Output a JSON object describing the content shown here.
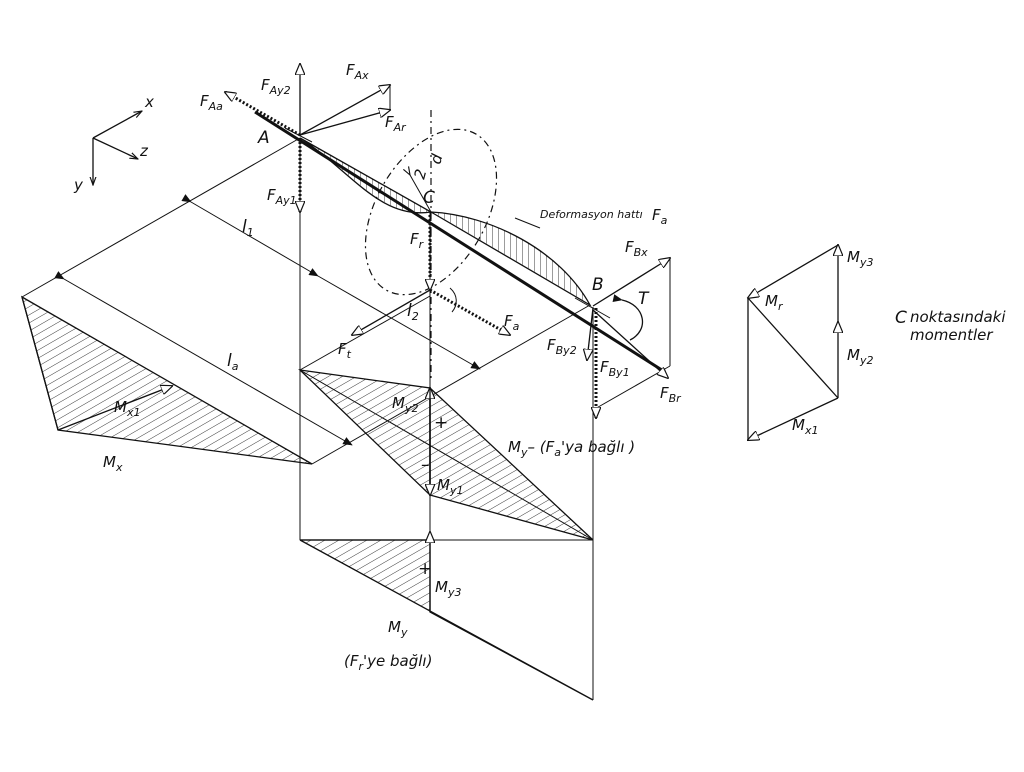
{
  "axes": {
    "x": "x",
    "y": "y",
    "z": "z"
  },
  "points": {
    "A": "A",
    "B": "B",
    "C": "C"
  },
  "forces": {
    "FAy2": {
      "base": "F",
      "sub": "Ay2"
    },
    "FAx": {
      "base": "F",
      "sub": "Ax"
    },
    "FAa": {
      "base": "F",
      "sub": "Aa"
    },
    "FAr": {
      "base": "F",
      "sub": "Ar"
    },
    "FAy1": {
      "base": "F",
      "sub": "Ay1"
    },
    "Fr": {
      "base": "F",
      "sub": "r"
    },
    "Ft": {
      "base": "F",
      "sub": "t"
    },
    "Fa_top": {
      "base": "F",
      "sub": "a"
    },
    "Fa": {
      "base": "F",
      "sub": "a"
    },
    "FBx": {
      "base": "F",
      "sub": "Bx"
    },
    "FBy2": {
      "base": "F",
      "sub": "By2"
    },
    "FBy1": {
      "base": "F",
      "sub": "By1"
    },
    "FBr": {
      "base": "F",
      "sub": "Br"
    },
    "T": "T"
  },
  "dimensions": {
    "d": "d",
    "two": "2",
    "l1": {
      "base": "l",
      "sub": "1"
    },
    "l2": {
      "base": "l",
      "sub": "2"
    },
    "la": {
      "base": "l",
      "sub": "a"
    }
  },
  "deformation_label": "Deformasyon hattı",
  "moments": {
    "Mx1": {
      "base": "M",
      "sub": "x1"
    },
    "Mx": {
      "base": "M",
      "sub": "x"
    },
    "My2": {
      "base": "M",
      "sub": "y2"
    },
    "My1": {
      "base": "M",
      "sub": "y1"
    },
    "My3": {
      "base": "M",
      "sub": "y3"
    },
    "My": {
      "base": "M",
      "sub": "y"
    },
    "My_fa_prefix": {
      "base": "M",
      "sub": "y"
    },
    "My_fa_mid": "– (",
    "My_fa_F": {
      "base": "F",
      "sub": "a"
    },
    "My_fa_suffix": "'ya bağlı )",
    "Fr_open": "(",
    "Fr_F": {
      "base": "F",
      "sub": "r"
    },
    "Fr_suffix": "'ye bağlı)",
    "plus": "+",
    "minus": "–",
    "plus2": "+"
  },
  "vector_diagram": {
    "Mr": {
      "base": "M",
      "sub": "r"
    },
    "My3": {
      "base": "M",
      "sub": "y3"
    },
    "My2": {
      "base": "M",
      "sub": "y2"
    },
    "Mx1": {
      "base": "M",
      "sub": "x1"
    }
  },
  "caption": {
    "letter": "C",
    "line1": "noktasındaki",
    "line2": "momentler"
  }
}
